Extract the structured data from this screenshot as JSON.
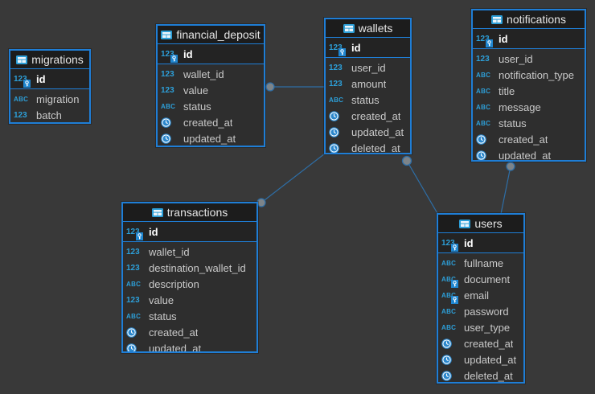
{
  "diagram": {
    "kind": "database-entity-relationship-diagram"
  },
  "colors": {
    "canvas_bg": "#393939",
    "table_border": "#1f7ed6",
    "header_bg": "#1c1c1c",
    "pk_row_bg": "#232323",
    "body_bg": "#2e2e2e",
    "icon_blue": "#2d9fd8",
    "clock_blue": "#2b87cc",
    "key_badge_bg": "#1f86d0",
    "header_text": "#e6e6e6",
    "row_text": "#c9c9c9",
    "pk_text": "#ffffff",
    "relation_line": "#2e6ea6",
    "endpoint_dot": "#7d8489"
  },
  "icons": {
    "number-icon": "123",
    "text-icon": "ABC",
    "clock-icon": "clock",
    "table-icon": "table-grid",
    "key-icon": "key"
  },
  "tables": [
    {
      "id": "migrations",
      "title": "migrations",
      "columns": [
        {
          "name": "id",
          "icon": "number-icon",
          "pk": true,
          "key_badge": true
        },
        {
          "name": "migration",
          "icon": "text-icon"
        },
        {
          "name": "batch",
          "icon": "number-icon"
        }
      ]
    },
    {
      "id": "financial_deposits",
      "title": "financial_deposit",
      "columns": [
        {
          "name": "id",
          "icon": "number-icon",
          "pk": true,
          "key_badge": true
        },
        {
          "name": "wallet_id",
          "icon": "number-icon"
        },
        {
          "name": "value",
          "icon": "number-icon"
        },
        {
          "name": "status",
          "icon": "text-icon"
        },
        {
          "name": "created_at",
          "icon": "clock-icon"
        },
        {
          "name": "updated_at",
          "icon": "clock-icon"
        }
      ]
    },
    {
      "id": "wallets",
      "title": "wallets",
      "columns": [
        {
          "name": "id",
          "icon": "number-icon",
          "pk": true,
          "key_badge": true
        },
        {
          "name": "user_id",
          "icon": "number-icon"
        },
        {
          "name": "amount",
          "icon": "number-icon"
        },
        {
          "name": "status",
          "icon": "text-icon"
        },
        {
          "name": "created_at",
          "icon": "clock-icon"
        },
        {
          "name": "updated_at",
          "icon": "clock-icon"
        },
        {
          "name": "deleted_at",
          "icon": "clock-icon"
        }
      ]
    },
    {
      "id": "notifications",
      "title": "notifications",
      "columns": [
        {
          "name": "id",
          "icon": "number-icon",
          "pk": true,
          "key_badge": true
        },
        {
          "name": "user_id",
          "icon": "number-icon"
        },
        {
          "name": "notification_type",
          "icon": "text-icon"
        },
        {
          "name": "title",
          "icon": "text-icon"
        },
        {
          "name": "message",
          "icon": "text-icon"
        },
        {
          "name": "status",
          "icon": "text-icon"
        },
        {
          "name": "created_at",
          "icon": "clock-icon"
        },
        {
          "name": "updated_at",
          "icon": "clock-icon"
        }
      ]
    },
    {
      "id": "transactions",
      "title": "transactions",
      "columns": [
        {
          "name": "id",
          "icon": "number-icon",
          "pk": true,
          "key_badge": true
        },
        {
          "name": "wallet_id",
          "icon": "number-icon"
        },
        {
          "name": "destination_wallet_id",
          "icon": "number-icon"
        },
        {
          "name": "description",
          "icon": "text-icon"
        },
        {
          "name": "value",
          "icon": "number-icon"
        },
        {
          "name": "status",
          "icon": "text-icon"
        },
        {
          "name": "created_at",
          "icon": "clock-icon"
        },
        {
          "name": "updated_at",
          "icon": "clock-icon"
        }
      ]
    },
    {
      "id": "users",
      "title": "users",
      "columns": [
        {
          "name": "id",
          "icon": "number-icon",
          "pk": true,
          "key_badge": true
        },
        {
          "name": "fullname",
          "icon": "text-icon"
        },
        {
          "name": "document",
          "icon": "text-icon",
          "key_badge": true
        },
        {
          "name": "email",
          "icon": "text-icon",
          "key_badge": true
        },
        {
          "name": "password",
          "icon": "text-icon"
        },
        {
          "name": "user_type",
          "icon": "text-icon"
        },
        {
          "name": "created_at",
          "icon": "clock-icon"
        },
        {
          "name": "updated_at",
          "icon": "clock-icon"
        },
        {
          "name": "deleted_at",
          "icon": "clock-icon"
        }
      ]
    }
  ],
  "relations": [
    {
      "from": "financial_deposits",
      "to": "wallets"
    },
    {
      "from": "transactions",
      "to": "wallets"
    },
    {
      "from": "wallets",
      "to": "users"
    },
    {
      "from": "notifications",
      "to": "users"
    }
  ]
}
